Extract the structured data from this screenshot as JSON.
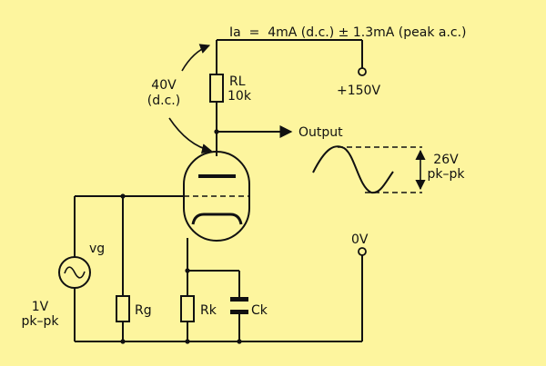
{
  "diagram": {
    "current_label": "Ia  =  4mA (d.c.) ± 1.3mA (peak a.c.)",
    "anode_voltage": [
      "40V",
      "(d.c.)"
    ],
    "load_resistor": [
      "RL",
      "10k"
    ],
    "supply_voltage": "+150V",
    "output_label": "Output",
    "swing": [
      "26V",
      "pk–pk"
    ],
    "ground_label": "0V",
    "source_label": "vg",
    "source_amplitude": [
      "1V",
      "pk–pk"
    ],
    "grid_resistor": "Rg",
    "cathode_resistor": "Rk",
    "cathode_capacitor": "Ck"
  },
  "colors": {
    "background": "#FDF59E",
    "ink": "#111111"
  }
}
